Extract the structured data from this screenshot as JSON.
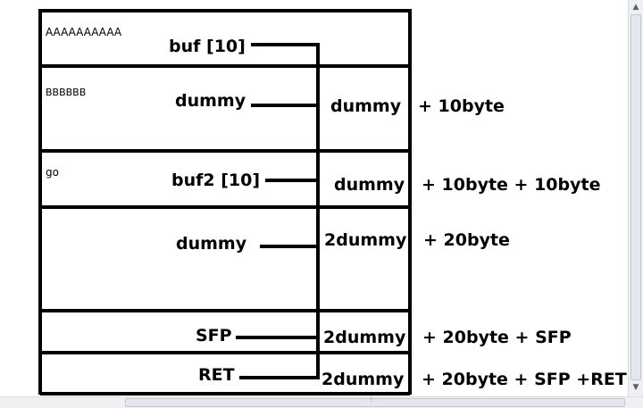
{
  "stack_cells": {
    "buf_content": "AAAAAAAAAA",
    "buf_label": "buf [10]",
    "dummy1_content": "BBBBBB",
    "dummy1_label": "dummy",
    "buf2_content": "go",
    "buf2_label": "buf2 [10]",
    "dummy2_label": "dummy",
    "sfp_label": "SFP",
    "ret_label": "RET"
  },
  "offsets": {
    "dummy1_left": "dummy",
    "dummy1_right": "+ 10byte",
    "buf2_left": "dummy",
    "buf2_right": "+ 10byte + 10byte",
    "dummy2_left": "2dummy",
    "dummy2_right": "+ 20byte",
    "sfp_left": "2dummy",
    "sfp_right": "+ 20byte + SFP",
    "ret_left": "2dummy",
    "ret_right": "+ 20byte + SFP +RET"
  },
  "colors": {
    "line": "#000000",
    "background": "#ffffff"
  }
}
